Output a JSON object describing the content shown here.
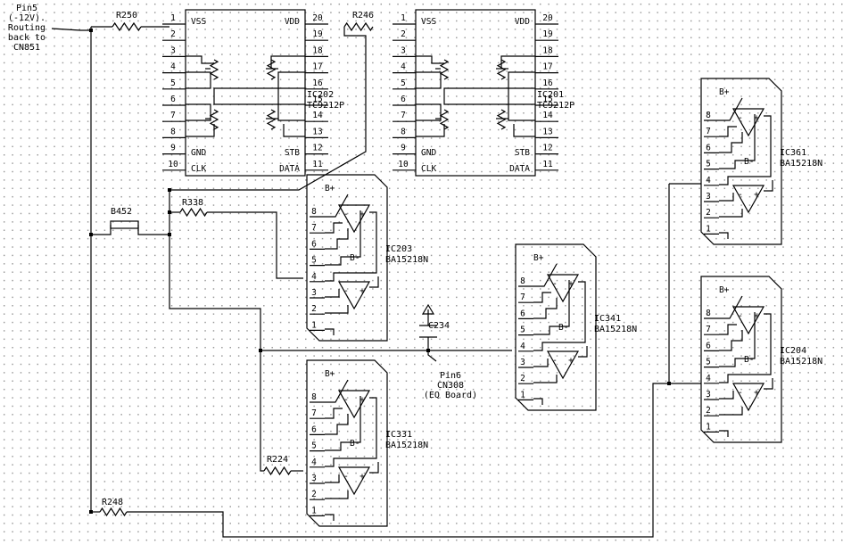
{
  "note": {
    "lines": [
      "Pin5",
      "(-12V).",
      "Routing",
      "back to",
      "CN851"
    ]
  },
  "resistors": {
    "r250": "R250",
    "r246": "R246",
    "r338": "R338",
    "b452": "B452",
    "r224": "R224",
    "r248": "R248"
  },
  "capacitor": {
    "c234": "C234"
  },
  "pin6": {
    "lines": [
      "Pin6",
      "CN308",
      "(EQ Board)"
    ]
  },
  "tc9212p": {
    "left_pins": [
      "1",
      "2",
      "3",
      "4",
      "5",
      "6",
      "7",
      "8",
      "9",
      "10"
    ],
    "right_pins": [
      "20",
      "19",
      "18",
      "17",
      "16",
      "15",
      "14",
      "13",
      "12",
      "11"
    ],
    "left_labels": [
      "VSS",
      "GND",
      "CLK"
    ],
    "right_labels": [
      "VDD",
      "STB",
      "DATA"
    ],
    "part": "TC9212P"
  },
  "ic_tc": [
    {
      "ref": "IC202",
      "part": "TC9212P"
    },
    {
      "ref": "IC201",
      "part": "TC9212P"
    }
  ],
  "ba15218n": {
    "pins": [
      "8",
      "7",
      "6",
      "5",
      "4",
      "3",
      "2",
      "1"
    ],
    "bplus": "B+",
    "bminus": "B-",
    "minus": "-",
    "plus": "+",
    "part": "BA15218N"
  },
  "ic_ba": [
    {
      "ref": "IC203",
      "part": "BA15218N"
    },
    {
      "ref": "IC331",
      "part": "BA15218N"
    },
    {
      "ref": "IC341",
      "part": "BA15218N"
    },
    {
      "ref": "IC361",
      "part": "BA15218N"
    },
    {
      "ref": "IC204",
      "part": "BA15218N"
    }
  ]
}
